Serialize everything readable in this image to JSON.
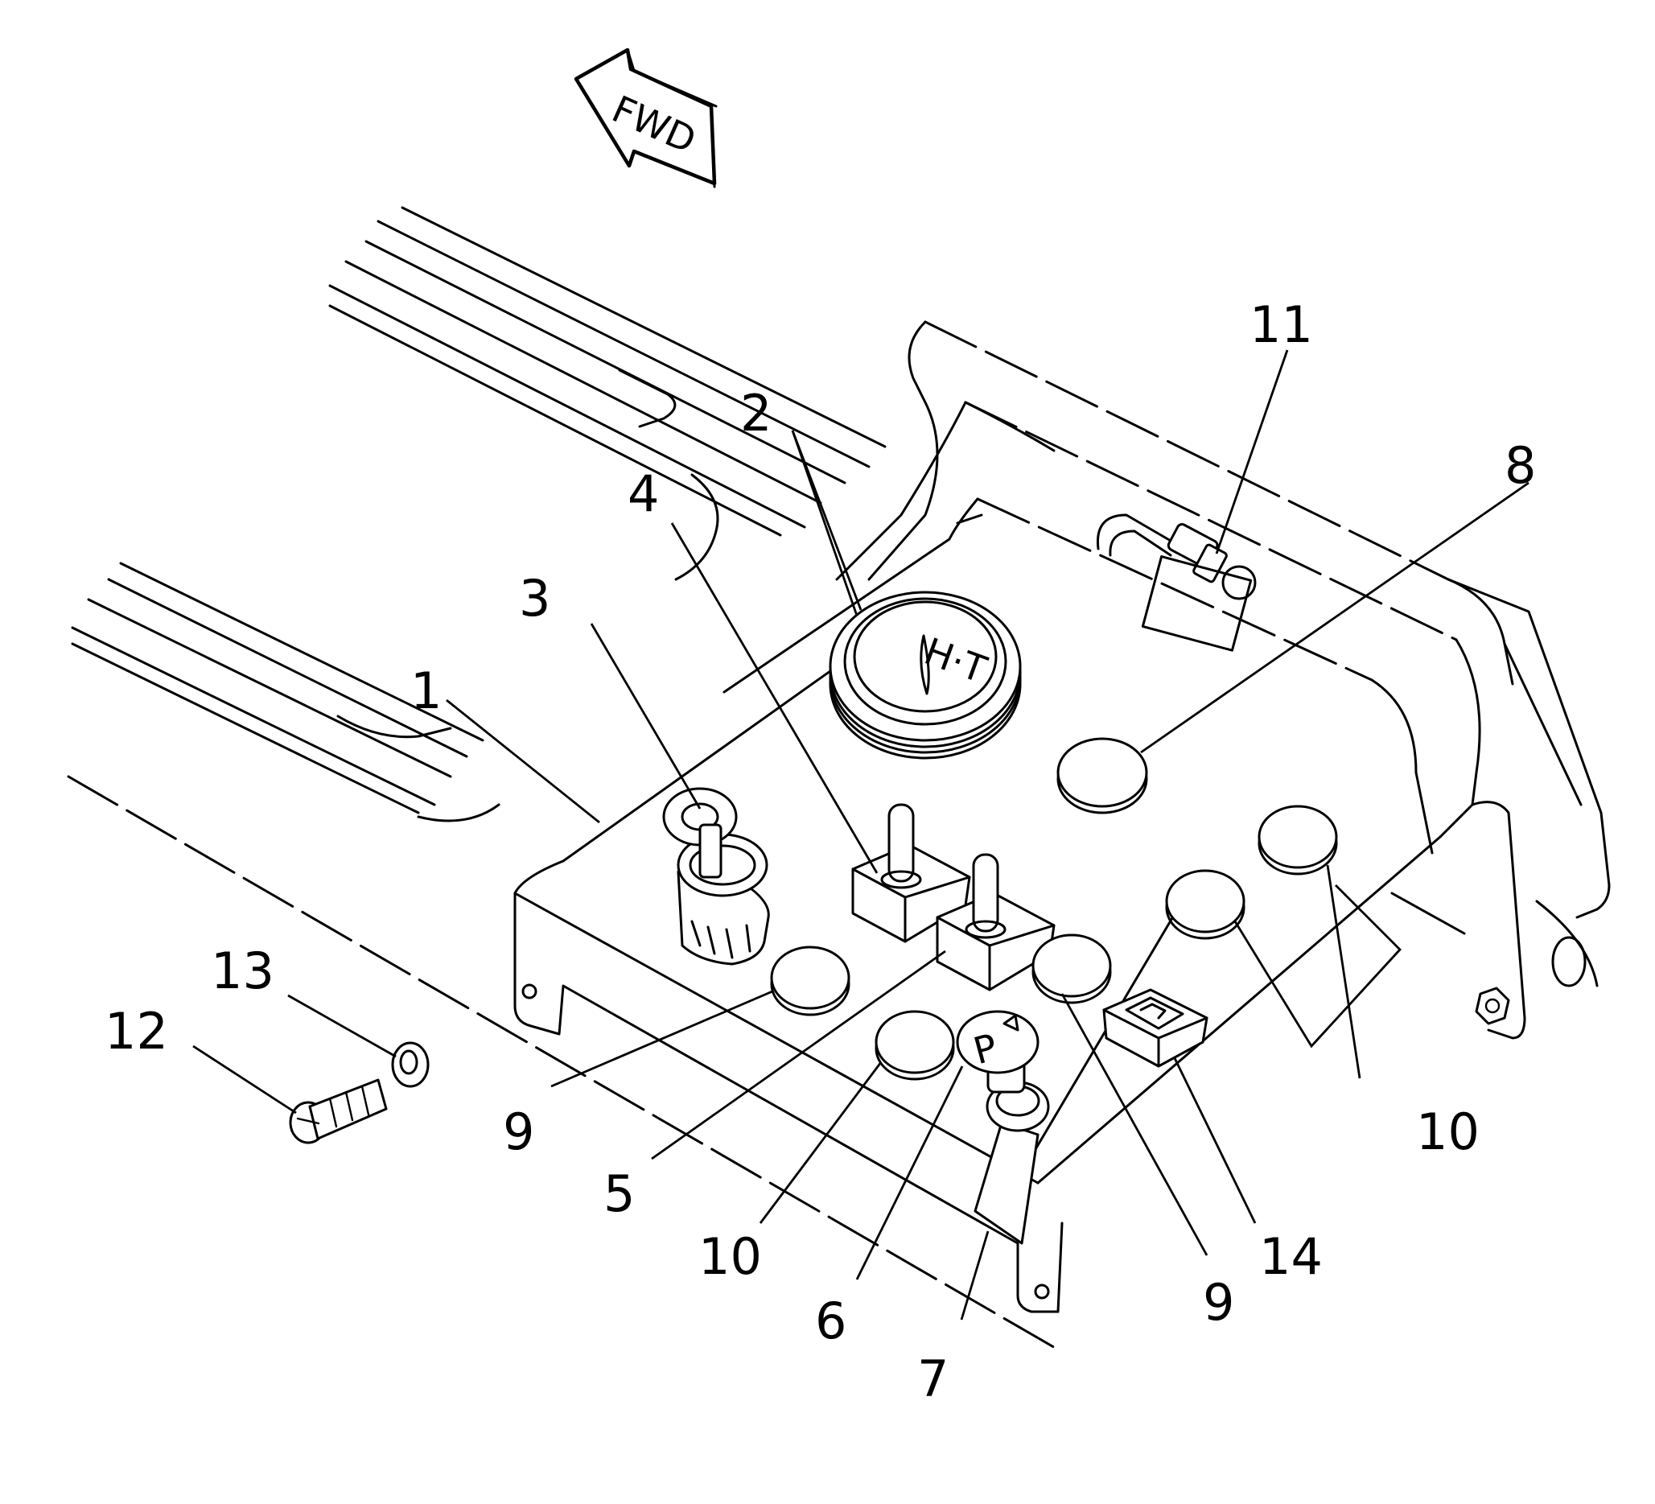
{
  "figure": {
    "direction_arrow_label": "FWD",
    "line_color": "#000000",
    "background_color": "#ffffff"
  },
  "callouts": {
    "c1": "1",
    "c2": "2",
    "c3": "3",
    "c4": "4",
    "c5": "5",
    "c6": "6",
    "c7": "7",
    "c8": "8",
    "c9a": "9",
    "c9b": "9",
    "c10a": "10",
    "c10b": "10",
    "c11": "11",
    "c12": "12",
    "c13": "13",
    "c14": "14"
  },
  "parts_icons": {
    "key_switch": "key-switch-icon",
    "gauge": "hour-meter-gauge-icon",
    "toggle_switches": "toggle-switch-icon",
    "indicator_lamps": "round-lamp-icon",
    "warning_lamp": "square-warning-lamp-icon",
    "parking_knob": "parking-knob-icon",
    "screw": "screw-icon",
    "washer": "washer-icon",
    "bulb": "bulb-socket-icon"
  }
}
